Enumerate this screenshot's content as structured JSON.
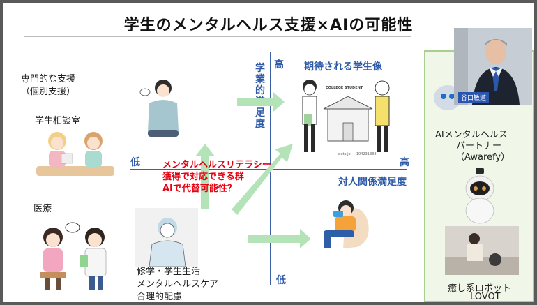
{
  "slide": {
    "title": "学生のメンタルヘルス支援×AIの可能性",
    "left": {
      "heading_line1": "専門的な支援",
      "heading_line2": "（個別支援）",
      "counseling_label": "学生相談室",
      "medical_label": "医療"
    },
    "axes": {
      "vertical_label": "学業的満足度",
      "top_label": "高",
      "bottom_label": "低",
      "horizontal_label": "対人関係満足度",
      "left_label": "低",
      "right_label": "高"
    },
    "expected_label": "期待される学生像",
    "literacy": {
      "line1": "メンタルヘルスリテラシー",
      "line2": "獲得で対応できる群",
      "line3": "AIで代替可能性？"
    },
    "support": {
      "line1": "修学・学生生活",
      "line2": "メンタルヘルスケア",
      "line3": "合理的配慮"
    },
    "college_sign": "COLLEGE STUDENT",
    "image_credit": "pixta.jp － 104231888",
    "right_panel": {
      "ai_line1": "AIメンタルヘルス",
      "ai_line2": "パートナー",
      "ai_line3": "（Awarefy）",
      "robot_line1": "癒し系ロボット",
      "robot_line2": "LOVOT"
    }
  },
  "video": {
    "name_tag": "谷口敏道"
  },
  "colors": {
    "axis": "#3a5fa6",
    "arrow": "#b5e3b8",
    "accent_red": "#e60012",
    "panel_border": "#a8cf8e"
  }
}
